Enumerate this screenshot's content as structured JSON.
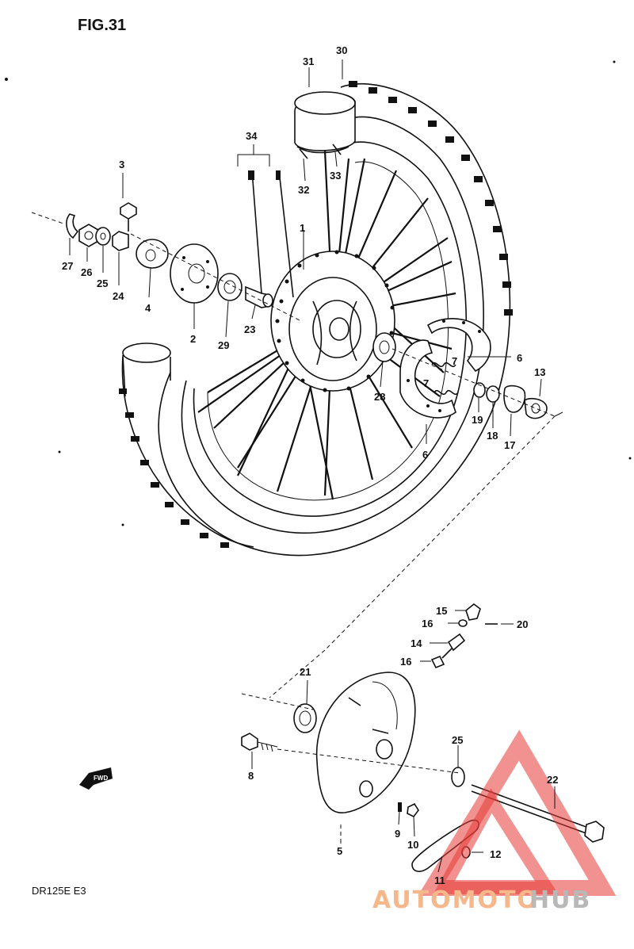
{
  "figure": {
    "title": "FIG.31",
    "model": "DR125E  E3"
  },
  "watermark": {
    "part1": "AUTOMOTO",
    "part2": "HUB"
  },
  "callouts": {
    "p1": "1",
    "p2": "2",
    "p3": "3",
    "p4": "4",
    "p5": "5",
    "p6a": "6",
    "p6b": "6",
    "p7a": "7",
    "p7b": "7",
    "p8": "8",
    "p9": "9",
    "p10": "10",
    "p11": "11",
    "p12": "12",
    "p13": "13",
    "p14": "14",
    "p15": "15",
    "p16a": "16",
    "p16b": "16",
    "p17": "17",
    "p18": "18",
    "p19": "19",
    "p20": "20",
    "p21": "21",
    "p22": "22",
    "p23": "23",
    "p24": "24",
    "p25a": "25",
    "p25b": "25",
    "p26": "26",
    "p27": "27",
    "p28": "28",
    "p29": "29",
    "p30": "30",
    "p31": "31",
    "p32": "32",
    "p33": "33",
    "p34": "34"
  },
  "fwd_label": "FWD",
  "colors": {
    "ink": "#111111",
    "watermark_orange": "#f6b78b",
    "watermark_grey": "#b8b8b8",
    "watermark_triangle": "#e53935"
  }
}
